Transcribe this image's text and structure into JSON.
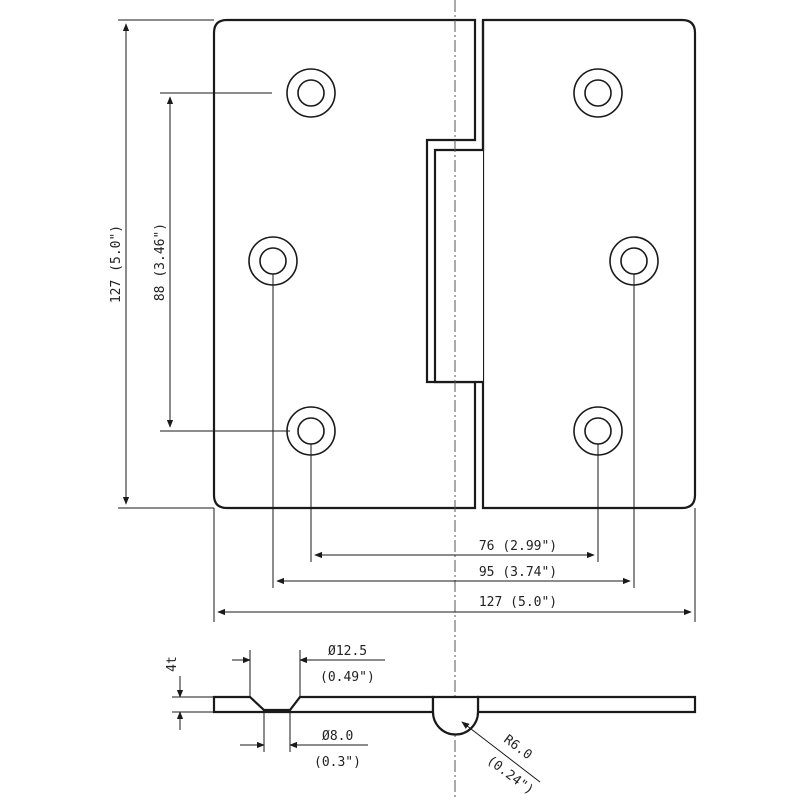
{
  "dimensions": {
    "height_total": "127 (5.0\")",
    "hole_spacing_vertical": "88 (3.46\")",
    "hole_spacing_inner": "76 (2.99\")",
    "hole_spacing_outer": "95 (3.74\")",
    "width_total": "127 (5.0\")",
    "countersink_dia_mm": "Ø12.5",
    "countersink_dia_in": "(0.49\")",
    "hole_dia_mm": "Ø8.0",
    "hole_dia_in": "(0.3\")",
    "thickness": "4t",
    "knuckle_radius_mm": "R6.0",
    "knuckle_radius_in": "(0.24\")"
  }
}
